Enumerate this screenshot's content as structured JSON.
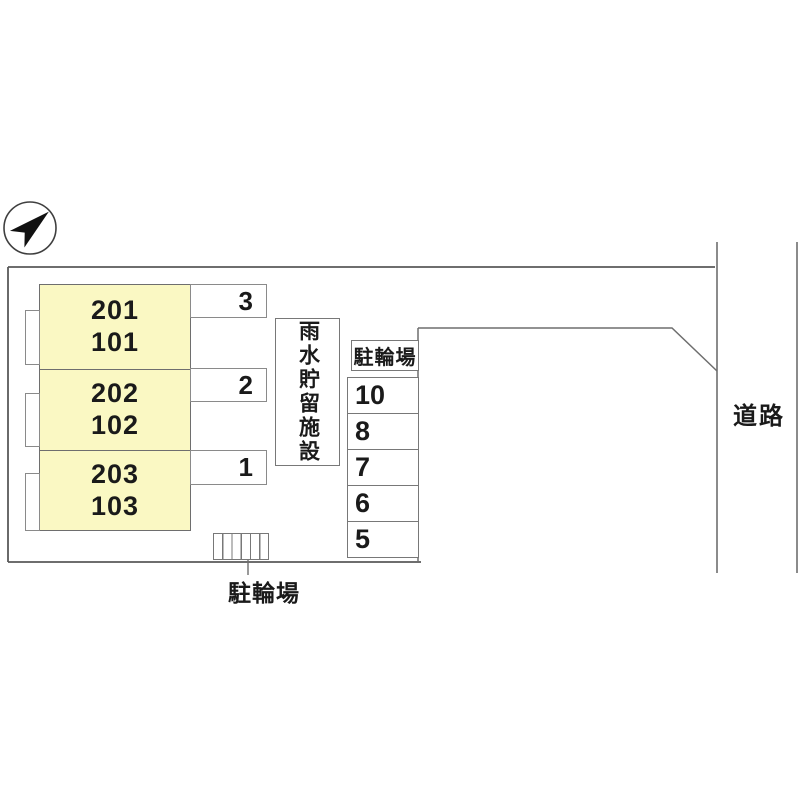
{
  "diagram": {
    "building": {
      "units": [
        {
          "upper": "201",
          "lower": "101"
        },
        {
          "upper": "202",
          "lower": "102"
        },
        {
          "upper": "203",
          "lower": "103"
        }
      ]
    },
    "carports": [
      {
        "label": "3"
      },
      {
        "label": "2"
      },
      {
        "label": "1"
      }
    ],
    "rain_tank_label": "雨水貯留施設",
    "bike_parking": {
      "header": "駐輪場",
      "spaces": [
        {
          "label": "10"
        },
        {
          "label": "8"
        },
        {
          "label": "7"
        },
        {
          "label": "6"
        },
        {
          "label": "5"
        }
      ]
    },
    "bottom_bike_label": "駐輪場",
    "road_label": "道路",
    "colors": {
      "building_fill": "#faf8c3",
      "line_gray": "#6e6e6e",
      "text": "#1a1a1a",
      "compass_black": "#111111"
    }
  }
}
